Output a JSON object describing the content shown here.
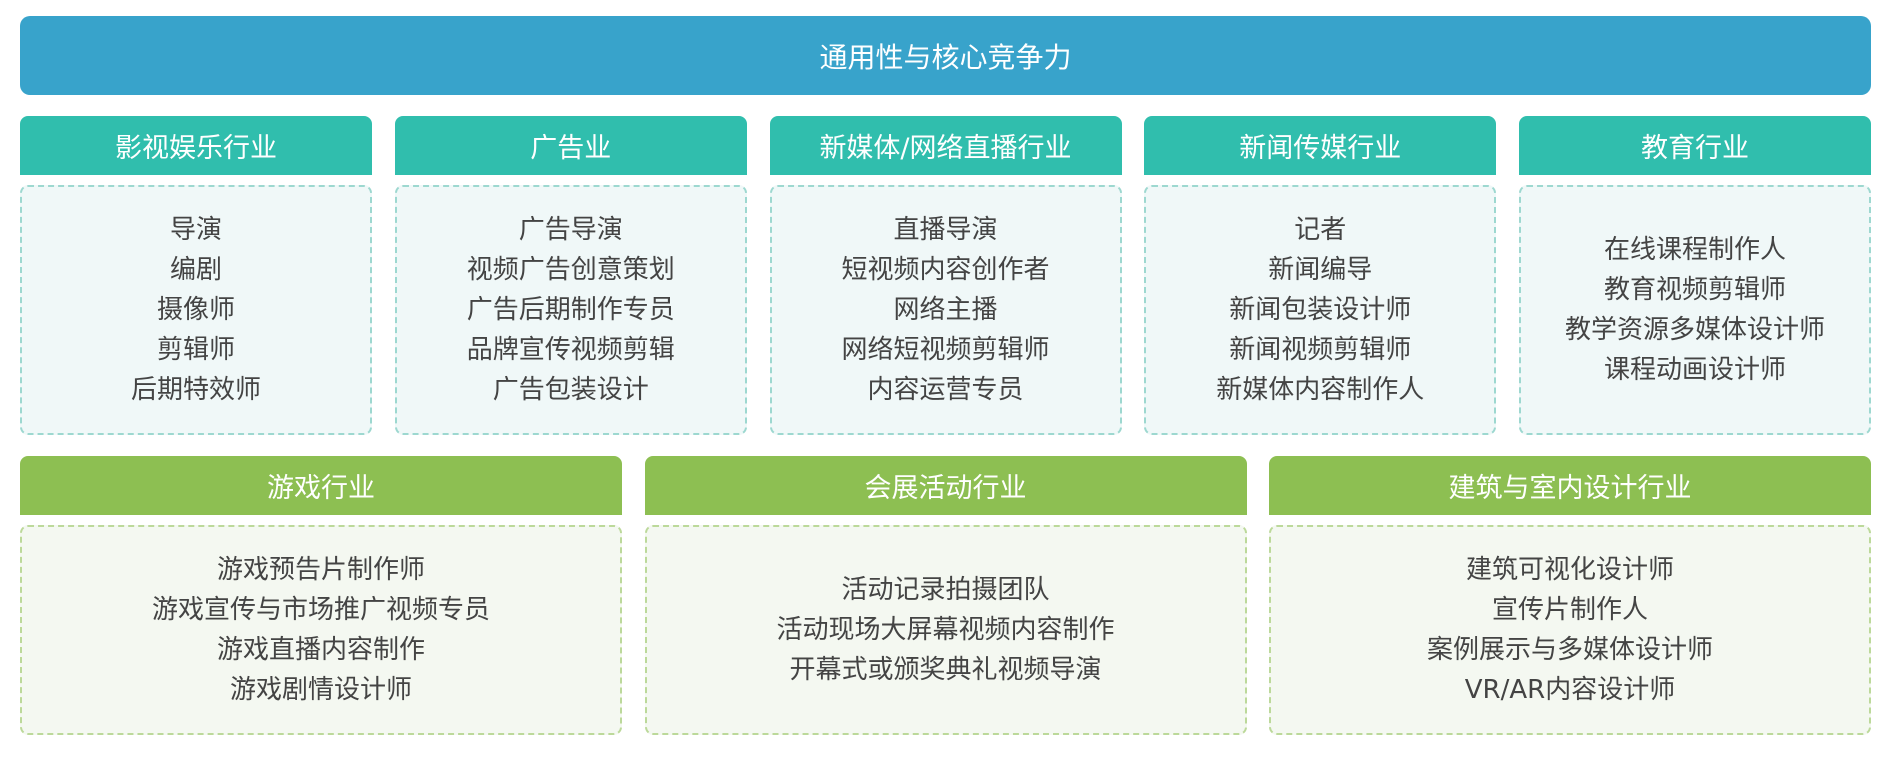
{
  "title": "通用性与核心竞争力",
  "row1": [
    {
      "header": "影视娱乐行业",
      "items": [
        "导演",
        "编剧",
        "摄像师",
        "剪辑师",
        "后期特效师"
      ]
    },
    {
      "header": "广告业",
      "items": [
        "广告导演",
        "视频广告创意策划",
        "广告后期制作专员",
        "品牌宣传视频剪辑",
        "广告包装设计"
      ]
    },
    {
      "header": "新媒体/网络直播行业",
      "items": [
        "直播导演",
        "短视频内容创作者",
        "网络主播",
        "网络短视频剪辑师",
        "内容运营专员"
      ]
    },
    {
      "header": "新闻传媒行业",
      "items": [
        "记者",
        "新闻编导",
        "新闻包装设计师",
        "新闻视频剪辑师",
        "新媒体内容制作人"
      ]
    },
    {
      "header": "教育行业",
      "items": [
        "在线课程制作人",
        "教育视频剪辑师",
        "教学资源多媒体设计师",
        "课程动画设计师"
      ]
    }
  ],
  "row2": [
    {
      "header": "游戏行业",
      "items": [
        "游戏预告片制作师",
        "游戏宣传与市场推广视频专员",
        "游戏直播内容制作",
        "游戏剧情设计师"
      ]
    },
    {
      "header": "会展活动行业",
      "items": [
        "活动记录拍摄团队",
        "活动现场大屏幕视频内容制作",
        "开幕式或颁奖典礼视频导演"
      ]
    },
    {
      "header": "建筑与室内设计行业",
      "items": [
        "建筑可视化设计师",
        "宣传片制作人",
        "案例展示与多媒体设计师",
        "VR/AR内容设计师"
      ]
    }
  ]
}
